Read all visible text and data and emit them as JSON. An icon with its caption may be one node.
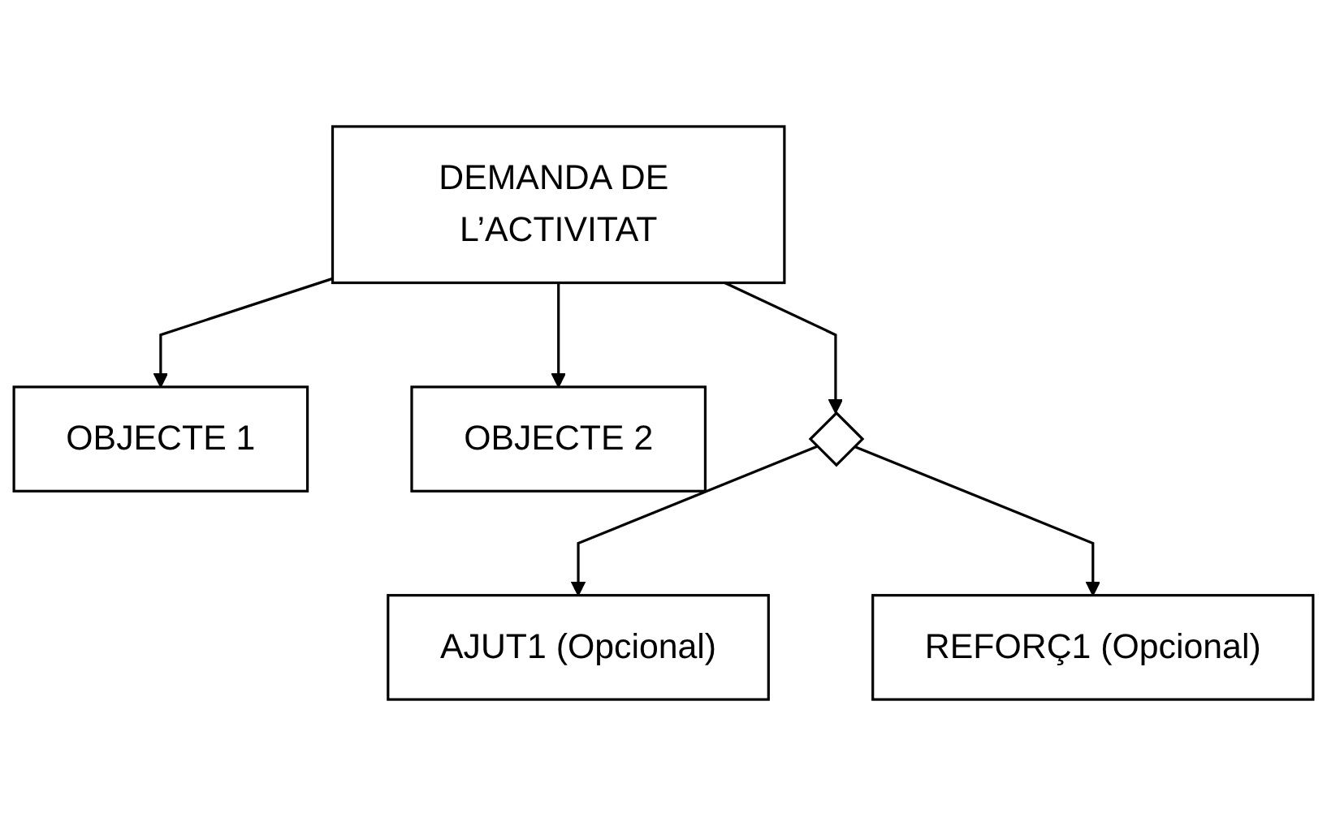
{
  "diagram": {
    "nodes": [
      {
        "text": [
          "DEMANDA DE L’ACTIVITAT"
        ]
      },
      {
        "text": [
          "OBJECTE 1"
        ]
      },
      {
        "text": [
          "OBJECTE 2"
        ]
      },
      {
        "text": [],
        "shape": "diamond"
      },
      {
        "text": [
          "AJUT1 (Opcional)"
        ]
      },
      {
        "text": [
          "REFORÇ1 (Opcional)"
        ]
      }
    ],
    "edges": [
      {
        "from": 0,
        "to": 1,
        "arrow": "to"
      },
      {
        "from": 0,
        "to": 2,
        "arrow": "to"
      },
      {
        "from": 0,
        "to": 3,
        "arrow": "to"
      },
      {
        "from": 3,
        "to": 4,
        "arrow": "to"
      },
      {
        "from": 3,
        "to": 5,
        "arrow": "to"
      }
    ]
  }
}
